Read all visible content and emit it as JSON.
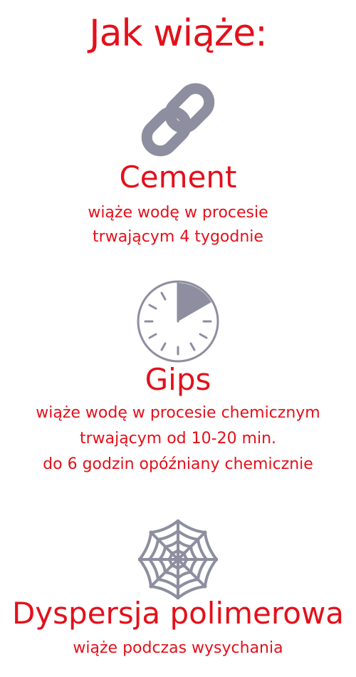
{
  "title": "Jak wiąże:",
  "colors": {
    "accent": "#e3101b",
    "icon": "#8d8e9f"
  },
  "sections": [
    {
      "icon": "chain-link-icon",
      "heading": "Cement",
      "lines": [
        "wiąże wodę w procesie",
        "trwającym 4 tygodnie"
      ]
    },
    {
      "icon": "clock-icon",
      "heading": "Gips",
      "lines": [
        "wiąże wodę w procesie chemicznym",
        "trwającym od 10-20 min.",
        "do 6 godzin opóźniany chemicznie"
      ]
    },
    {
      "icon": "spider-web-icon",
      "heading": "Dyspersja polimerowa",
      "lines": [
        "wiąże podczas wysychania"
      ]
    }
  ]
}
